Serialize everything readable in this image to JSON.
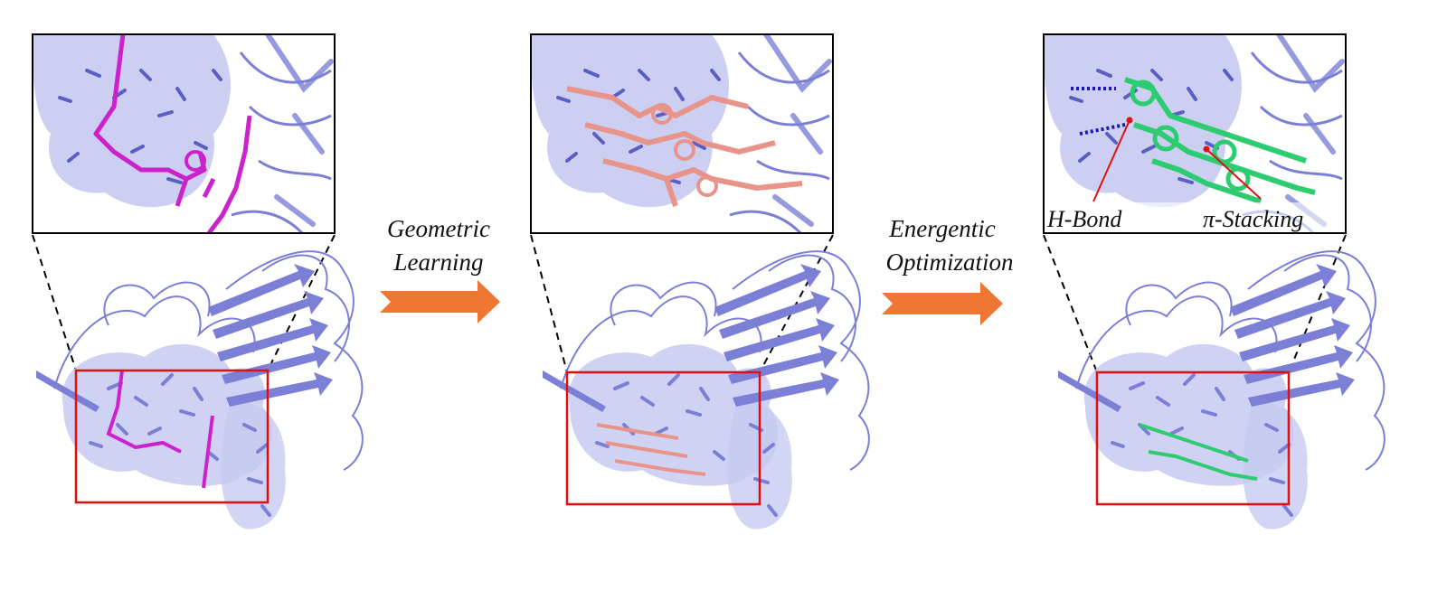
{
  "steps": [
    {
      "label_line1": "Geometric",
      "label_line2": "Learning"
    },
    {
      "label_line1": "Energentic",
      "label_line2": "Optimization"
    }
  ],
  "annotations": {
    "hbond": "H-Bond",
    "pi_stacking": "π-Stacking"
  },
  "colors": {
    "protein": "#7b7fd6",
    "protein_surface": "#c7caf0",
    "ligand_initial": "#cc22cc",
    "ligand_learned": "#e8948a",
    "ligand_optimized": "#2ecc71",
    "highlight_box": "#e01010",
    "arrow": "#ee7733"
  },
  "icons": {
    "arrow": "right-arrow-icon"
  }
}
